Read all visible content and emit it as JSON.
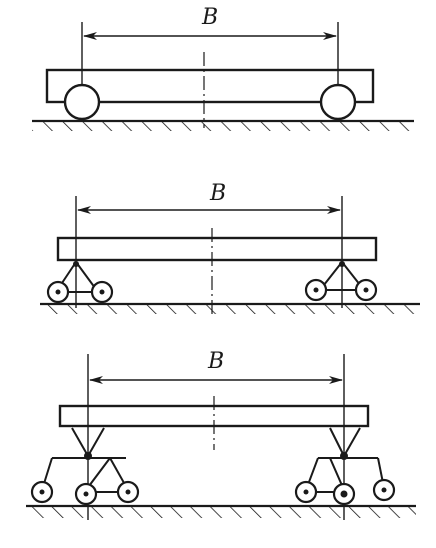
{
  "figures": [
    {
      "id": "fig-1",
      "dimension_label": "B"
    },
    {
      "id": "fig-2",
      "dimension_label": "B"
    },
    {
      "id": "fig-3",
      "dimension_label": "B"
    }
  ],
  "colors": {
    "ink": "#1a1a1a",
    "background": "#ffffff"
  }
}
